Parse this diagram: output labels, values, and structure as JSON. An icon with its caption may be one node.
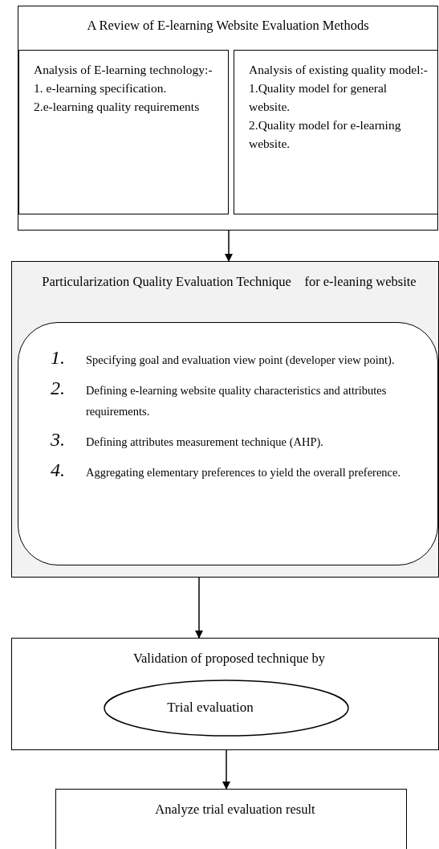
{
  "diagram": {
    "nodes": [
      {
        "text": [
          "A Review of E-learning Website Evaluation Methods"
        ]
      },
      {
        "text": [
          "Analysis of E-learning technology:-",
          "1. e-learning specification.",
          "2.e-learning quality requirements"
        ],
        "in": 0
      },
      {
        "text": [
          "Analysis of existing quality model:-",
          "1.Quality model for general  website.",
          "2.Quality model for e-learning website."
        ],
        "in": 0
      },
      {
        "text": [
          "Particularization Quality Evaluation Technique    for e-leaning website"
        ]
      },
      {
        "text": [
          "1.",
          "Specifying goal and evaluation view point (developer view point).",
          "2.",
          "Defining e-learning website quality characteristics and attributes requirements.",
          "3.",
          "Defining attributes measurement technique (AHP).",
          "4.",
          "Aggregating elementary preferences to yield the overall preference."
        ],
        "in": 3
      },
      {
        "text": [
          "Validation of proposed technique by"
        ]
      },
      {
        "text": [
          "Trial evaluation"
        ],
        "in": 5
      },
      {
        "text": [
          "Analyze trial evaluation result"
        ]
      }
    ],
    "edges": [
      {
        "from": 0,
        "to": 3,
        "arrow": "to"
      },
      {
        "from": 3,
        "to": 5,
        "arrow": "to"
      },
      {
        "from": 5,
        "to": 7,
        "arrow": "to"
      }
    ]
  }
}
